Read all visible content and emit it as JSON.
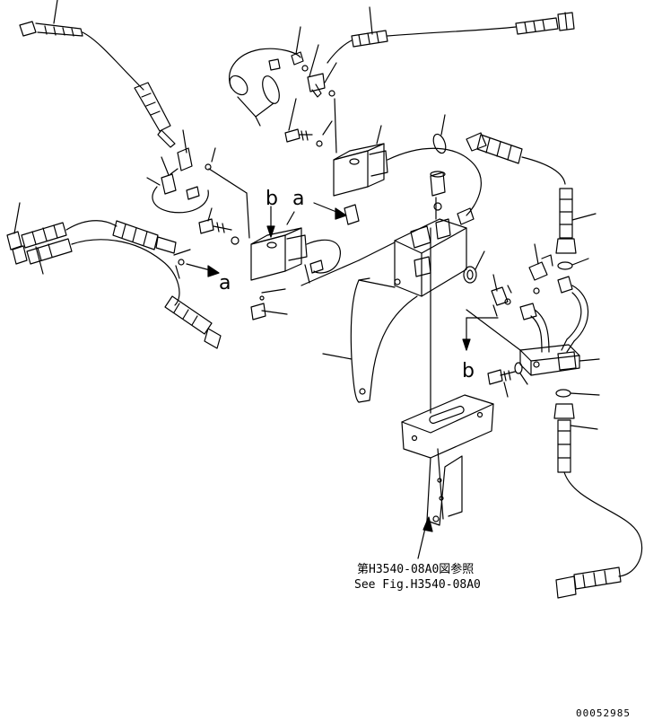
{
  "callouts": {
    "letter_a_1": "a",
    "letter_a_2": "a",
    "letter_b_1": "b",
    "letter_b_2": "b"
  },
  "reference": {
    "line_jp": "第H3540-08A0図参照",
    "line_en": "See Fig.H3540-08A0"
  },
  "drawing_code": "00052985"
}
